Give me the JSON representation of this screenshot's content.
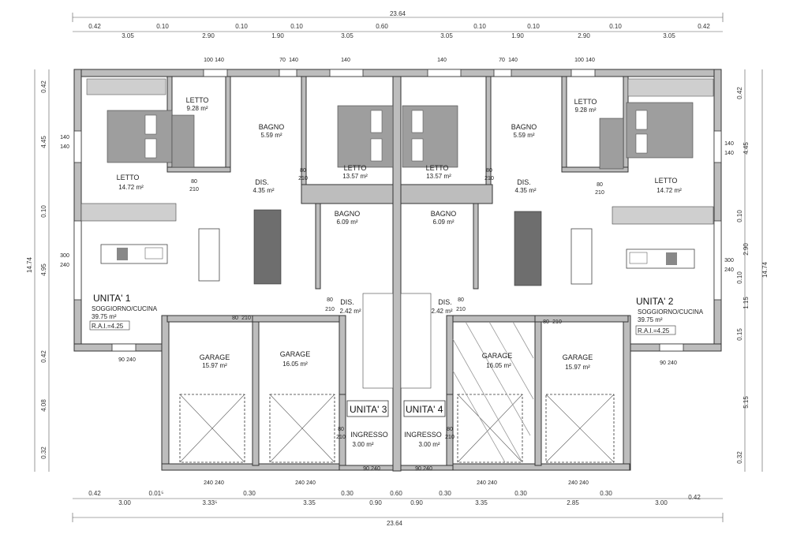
{
  "dims": {
    "top_total": "23.64",
    "top_row1": [
      "0.42",
      "0.10",
      "0.10",
      "0.10",
      "0.60",
      "0.10",
      "0.10",
      "0.10",
      "0.42"
    ],
    "top_row2": [
      "3.05",
      "2.90",
      "1.90",
      "3.05",
      "3.05",
      "1.90",
      "2.90",
      "3.05"
    ],
    "bottom_total": "23.64",
    "bottom_row1": [
      "0.42",
      "0.01⁵",
      "0.30",
      "0.30",
      "0.60",
      "0.30",
      "0.30",
      "0.30",
      "0.42"
    ],
    "bottom_row2": [
      "3.00",
      "3.33⁵",
      "3.35",
      "0.90",
      "0.90",
      "3.35",
      "2.85",
      "3.00"
    ],
    "left_total": "14.74",
    "left_parts": [
      "0.42",
      "4.45",
      "0.10",
      "4.95",
      "0.42",
      "4.08",
      "0.32"
    ],
    "right_total": "14.74",
    "right_parts": [
      "0.42",
      "4.45",
      "0.10",
      "2.90",
      "0.10",
      "1.15",
      "0.15",
      "5.15",
      "0.32"
    ]
  },
  "units": {
    "u1": {
      "title": "UNITA' 1",
      "room": "SOGGIORNO/CUCINA",
      "area": "39.75 m²",
      "rai": "R.A.I.=4.25"
    },
    "u2": {
      "title": "UNITA' 2",
      "room": "SOGGIORNO/CUCINA",
      "area": "39.75 m²",
      "rai": "R.A.I.=4.25"
    },
    "u3": {
      "title": "UNITA' 3"
    },
    "u4": {
      "title": "UNITA' 4"
    }
  },
  "rooms": {
    "letto_l_small": {
      "name": "LETTO",
      "area": "9.28 m²"
    },
    "letto_l_big": {
      "name": "LETTO",
      "area": "14.72 m²"
    },
    "bagno_l": {
      "name": "BAGNO",
      "area": "5.59 m²"
    },
    "dis_l": {
      "name": "DIS.",
      "area": "4.35 m²"
    },
    "letto_cl": {
      "name": "LETTO",
      "area": "13.57 m²"
    },
    "letto_cr": {
      "name": "LETTO",
      "area": "13.57 m²"
    },
    "bagno_r": {
      "name": "BAGNO",
      "area": "5.59 m²"
    },
    "dis_r": {
      "name": "DIS.",
      "area": "4.35 m²"
    },
    "letto_r_small": {
      "name": "LETTO",
      "area": "9.28 m²"
    },
    "letto_r_big": {
      "name": "LETTO",
      "area": "14.72 m²"
    },
    "bagno_c1": {
      "name": "BAGNO",
      "area": "6.09 m²"
    },
    "bagno_c2": {
      "name": "BAGNO",
      "area": "6.09 m²"
    },
    "dis_c1": {
      "name": "DIS.",
      "area": "2.42 m²"
    },
    "dis_c2": {
      "name": "DIS.",
      "area": "2.42 m²"
    },
    "garage1": {
      "name": "GARAGE",
      "area": "15.97 m²"
    },
    "garage2": {
      "name": "GARAGE",
      "area": "16.05 m²"
    },
    "garage3": {
      "name": "GARAGE",
      "area": "16.05 m²"
    },
    "garage4": {
      "name": "GARAGE",
      "area": "15.97 m²"
    },
    "ingresso1": {
      "name": "INGRESSO",
      "area": "3.00 m²"
    },
    "ingresso2": {
      "name": "INGRESSO",
      "area": "3.00 m²"
    }
  },
  "openings": {
    "w100": "100",
    "w140": "140",
    "w70": "70",
    "w80": "80",
    "w90": "90",
    "w210": "210",
    "w240": "240",
    "w300": "300"
  },
  "colors": {
    "wall": "#bdbdbd",
    "line": "#333333",
    "furniture": "#9e9e9e",
    "dark": "#555555"
  }
}
